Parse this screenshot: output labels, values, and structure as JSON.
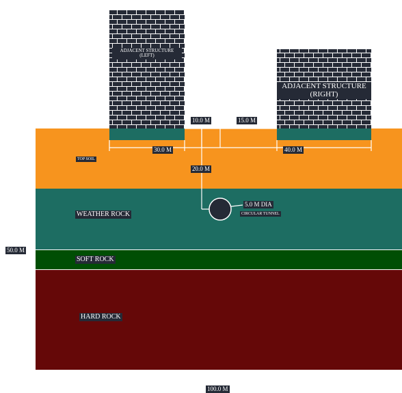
{
  "layers": [
    {
      "label": "TOP SOIL",
      "color": "#f7941e"
    },
    {
      "label": "WEATHER ROCK",
      "color": "#1d6d62"
    },
    {
      "label": "SOFT ROCK",
      "color": "#004e04"
    },
    {
      "label": "HARD ROCK",
      "color": "#650808"
    }
  ],
  "buildings": {
    "left": {
      "label_line1": "ADJACENT STRUCTURE",
      "label_line2": "(LEFT)"
    },
    "right": {
      "label_line1": "ADJACENT STRUCTURE",
      "label_line2": "(RIGHT)"
    },
    "brick_color": "#252a36",
    "footing_color": "#1d6d62"
  },
  "tunnel": {
    "dia_label": "5.0 M DIA",
    "type_label": "CIRCULAR TUNNEL",
    "color": "#252a36"
  },
  "dimensions": {
    "left_width": "30.0 M",
    "gap_to_tunnel": "10.0 M",
    "tunnel_to_right": "15.0 M",
    "right_width": "40.0 M",
    "tunnel_depth": "20.0 M",
    "total_depth": "50.0 M",
    "total_width": "100.0 M"
  }
}
